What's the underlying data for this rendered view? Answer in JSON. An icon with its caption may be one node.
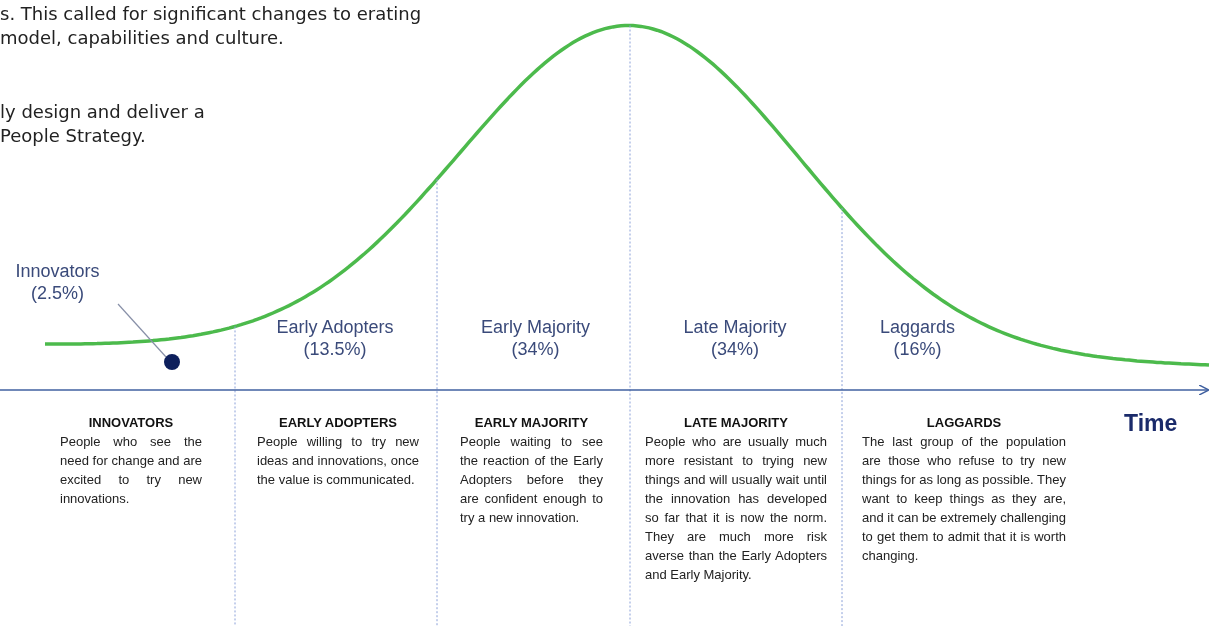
{
  "diagram": {
    "nodes": [
      {
        "text": [
          "Innovators (2.5%)"
        ]
      },
      {
        "text": [],
        "shape": "circle"
      }
    ],
    "edges": [
      {
        "from": 0,
        "to": 1,
        "arrow": "none"
      }
    ],
    "labels": [
      "s. This called for significant changes to erating model, capabilities and culture.",
      "ly design and deliver a People Strategy.",
      "Early Adopters (13.5%)",
      "Early Majority (34%)",
      "Late Majority (34%)",
      "Laggards (16%)",
      "INNOVATORS",
      "People who see the need for change and are excited to try new innovations.",
      "EARLY ADOPTERS",
      "People willing to try new ideas and innovations, once the value is communicated.",
      "EARLY MAJORITY",
      "People waiting to see the reaction of the Early Adopters before they are confident enough to try a new innovation.",
      "LATE MAJORITY",
      "People who are usually much more resistant to trying new things and will usually wait until the innovation has developed so far that it is now the norm. They are much more risk averse than the Early Adopters and Early Majority.",
      "LAGGARDS",
      "The last group of the population are those who refuse to try new things for as long as possible. They want to keep things as they are, and it can be extremely challenging to get them to admit that it is worth changing.",
      "Time"
    ]
  }
}
